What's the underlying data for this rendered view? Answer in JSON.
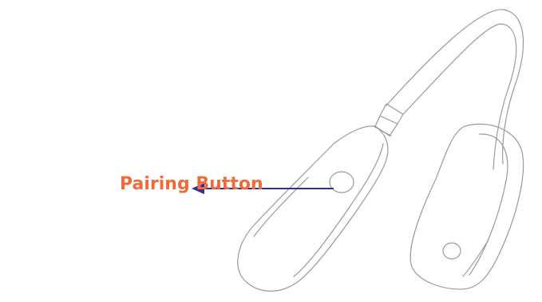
{
  "callout": {
    "label": "Pairing Button"
  },
  "colors": {
    "label": "#f06b3a",
    "arrow": "#2e3192",
    "outline": "#9a9a9a",
    "background": "#ffffff"
  },
  "icons": {
    "device": "bone-conduction-headphone-outline",
    "arrow": "left-arrow"
  }
}
